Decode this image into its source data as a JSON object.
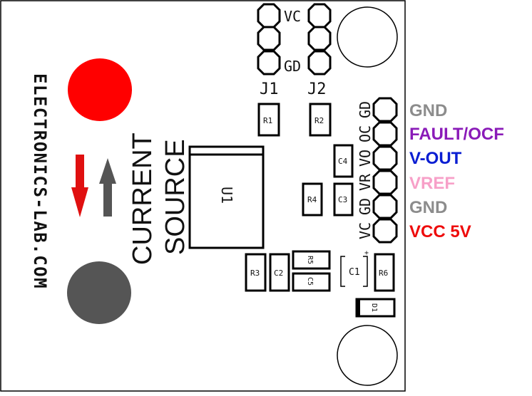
{
  "board": {
    "website": "ELECTRONICS-LAB.COM",
    "title_line1": "CURRENT",
    "title_line2": "SOURCE",
    "ic_label": "U1",
    "headers": {
      "j1_label": "J1",
      "j2_label": "J2",
      "vc_silk": "VC",
      "gd_silk": "GD"
    },
    "components": {
      "r1": "R1",
      "r2": "R2",
      "r3": "R3",
      "r4": "R4",
      "r5": "R5",
      "r6": "R6",
      "c1": "C1",
      "c2": "C2",
      "c3": "C3",
      "c4": "C4",
      "c5": "C5",
      "d1": "D1"
    },
    "pin_silk": {
      "gd_top": "GD",
      "oc": "OC",
      "vo": "VO",
      "vr": "VR",
      "gd_bottom": "GD",
      "vc": "VC"
    },
    "c1_polarity": "+"
  },
  "pin_labels": [
    {
      "text": "GND",
      "color": "#8c8c8c"
    },
    {
      "text": "FAULT/OCF",
      "color": "#8a1bb8"
    },
    {
      "text": "V-OUT",
      "color": "#0a1ed2"
    },
    {
      "text": "VREF",
      "color": "#f7a0c8"
    },
    {
      "text": "GND",
      "color": "#8c8c8c"
    },
    {
      "text": "VCC 5V",
      "color": "#ee0b0b"
    }
  ],
  "colors": {
    "red_pad": "#ff0000",
    "dark_pad": "#555555",
    "arrow_red": "#e01010",
    "arrow_gray": "#555555"
  }
}
